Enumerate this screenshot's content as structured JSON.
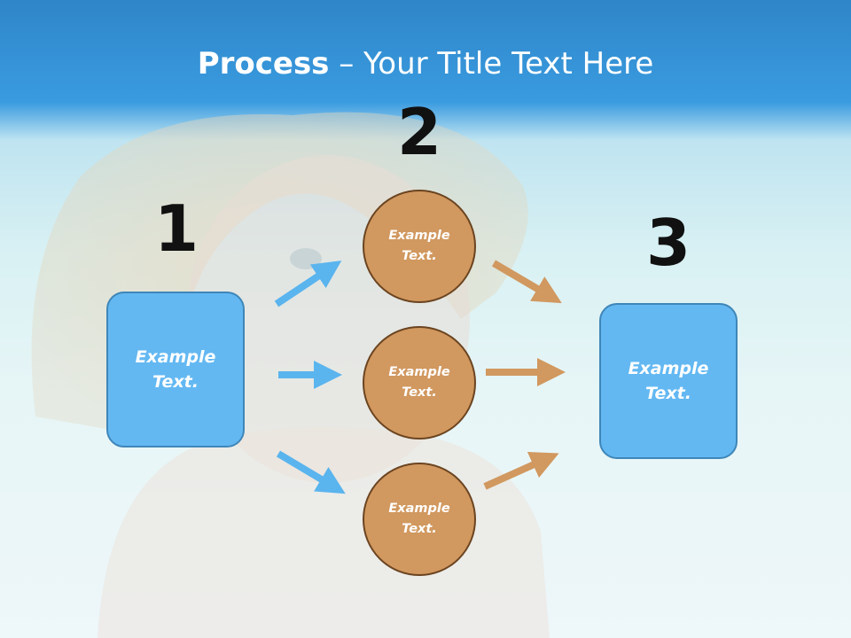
{
  "title": {
    "bold": "Process",
    "rest": " – Your Title Text Here"
  },
  "numbers": {
    "one": "1",
    "two": "2",
    "three": "3"
  },
  "left_box": {
    "label": "Example Text."
  },
  "circles": [
    {
      "label": "Example Text."
    },
    {
      "label": "Example Text."
    },
    {
      "label": "Example Text."
    }
  ],
  "right_box": {
    "label": "Example Text."
  },
  "colors": {
    "blue_arrow": "#5ab4ee",
    "orange_arrow": "#d1985f",
    "box": "#63b8f2",
    "circle": "#d1985f"
  }
}
